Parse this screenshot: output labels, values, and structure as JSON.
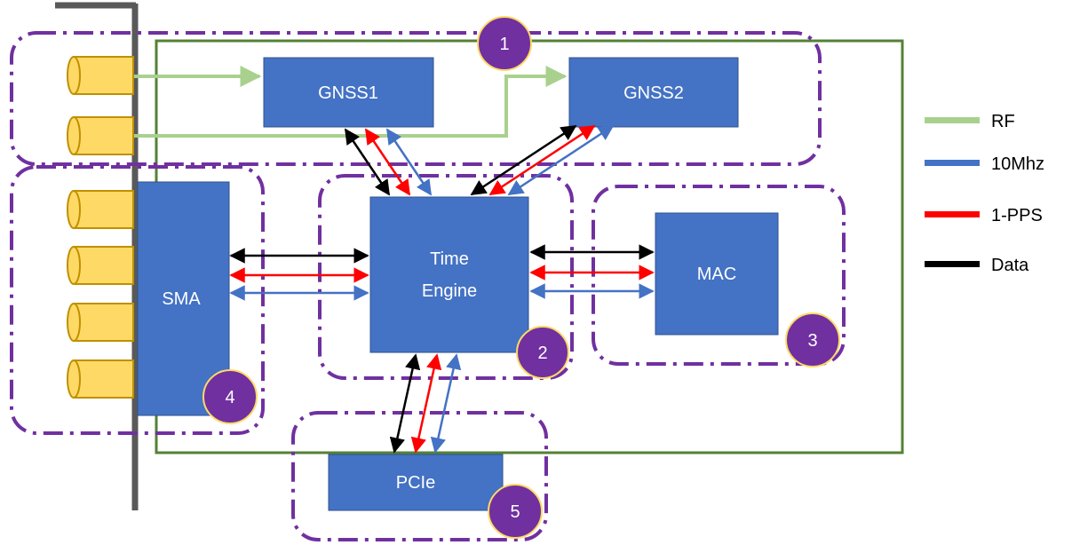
{
  "colors": {
    "rf": "#a9d18e",
    "tenmhz": "#4472c4",
    "pps": "#ff0000",
    "data": "#000000",
    "box_fill": "#4472c4",
    "board_border": "#548235",
    "group_border": "#7030a0",
    "badge_fill": "#7030a0",
    "badge_border": "#ffd966",
    "connector_fill": "#ffd966",
    "connector_border": "#bf9000",
    "bracket": "#595959"
  },
  "blocks": {
    "gnss1": "GNSS1",
    "gnss2": "GNSS2",
    "time_engine_line1": "Time",
    "time_engine_line2": "Engine",
    "mac": "MAC",
    "sma": "SMA",
    "pcie": "PCIe"
  },
  "badges": [
    "1",
    "2",
    "3",
    "4",
    "5"
  ],
  "legend": [
    {
      "label": "RF",
      "color": "#a9d18e"
    },
    {
      "label": "10Mhz",
      "color": "#4472c4"
    },
    {
      "label": "1-PPS",
      "color": "#ff0000"
    },
    {
      "label": "Data",
      "color": "#000000"
    }
  ]
}
